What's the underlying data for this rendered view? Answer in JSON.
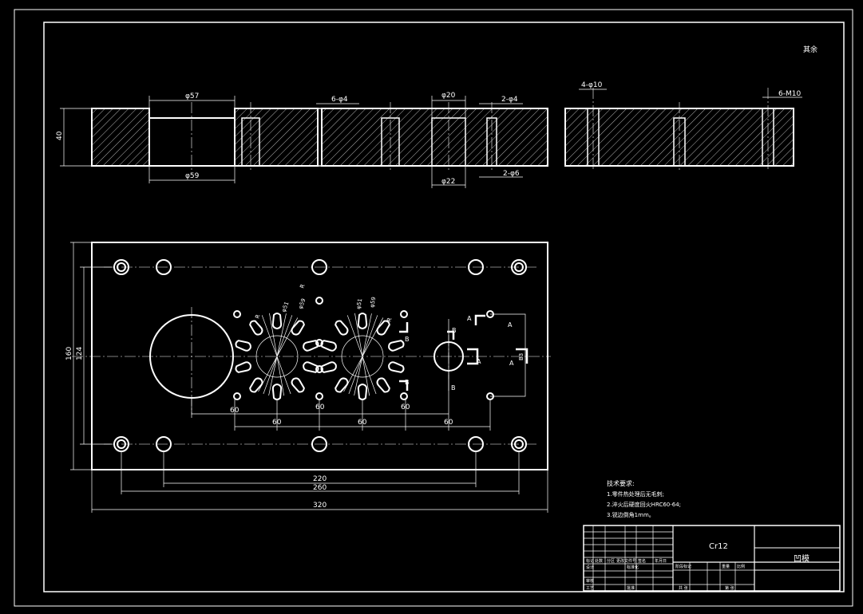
{
  "colors": {
    "background": "#000000",
    "line": "#ffffff"
  },
  "corner_note": "其余",
  "section_view": {
    "height_dim": "40",
    "dims_top": [
      "φ57",
      "6-φ4",
      "φ20",
      "2-φ4"
    ],
    "dims_bottom": [
      "φ59",
      "φ22",
      "2-φ6"
    ]
  },
  "side_view": {
    "dims_top": [
      "4-φ10",
      "6-M10"
    ]
  },
  "plan_view": {
    "outer_height": "160",
    "inner_height": "124",
    "pitch_labels_upper": [
      "60",
      "60",
      "60"
    ],
    "pitch_labels_lower": [
      "60",
      "60",
      "60"
    ],
    "width_dims": [
      "220",
      "260",
      "320"
    ],
    "radius_labels": [
      "R",
      "R",
      "φ51",
      "φ59",
      "φ51",
      "φ59",
      "R"
    ],
    "section_marks": [
      "A",
      "A",
      "A",
      "A",
      "B",
      "B",
      "B",
      "B"
    ],
    "small_label": "B3"
  },
  "notes": {
    "title": "技术要求:",
    "items": [
      "1.零件热处理后无毛刺;",
      "2.淬火后硬度回火HRC60-64;",
      "3.锐边倒角1mm。"
    ]
  },
  "title_block": {
    "material": "Cr12",
    "part_name": "凹模",
    "small_cells": [
      "标记",
      "处数",
      "分区",
      "更改文件号",
      "签名",
      "年月日",
      "设计",
      "标准化",
      "阶段标记",
      "重量",
      "比例",
      "审核",
      "工艺",
      "批准",
      "共 张",
      "第 张"
    ]
  }
}
